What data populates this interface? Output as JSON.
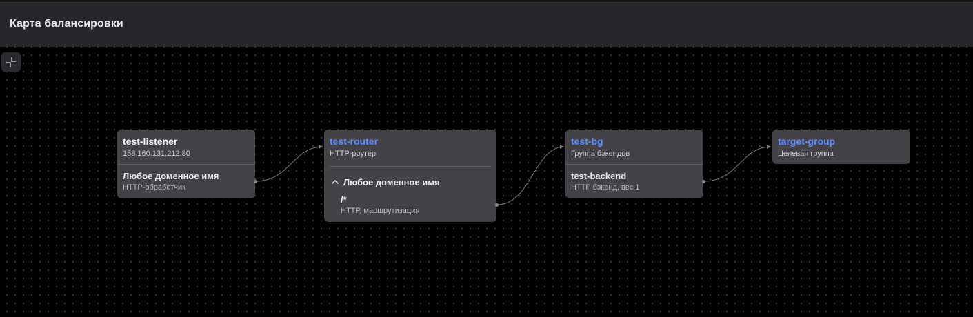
{
  "header": {
    "title": "Карта балансировки"
  },
  "controls": {
    "collapse_icon": "collapse-icon"
  },
  "nodes": {
    "listener": {
      "title": "test-listener",
      "subtitle": "158.160.131.212:80",
      "handler_title": "Любое доменное имя",
      "handler_subtitle": "HTTP-обработчик"
    },
    "router": {
      "title": "test-router",
      "subtitle": "HTTP-роутер",
      "host_title": "Любое доменное имя",
      "route_title": "/*",
      "route_subtitle": "HTTP, маршрутизация"
    },
    "backend_group": {
      "title": "test-bg",
      "subtitle": "Группа бэкендов",
      "backend_title": "test-backend",
      "backend_subtitle": "HTTP бэкенд, вес 1"
    },
    "target_group": {
      "title": "target-group",
      "subtitle": "Целевая группа"
    }
  },
  "colors": {
    "link": "#5f8cff",
    "node_bg": "#424247",
    "header_bg": "#27272b",
    "edge": "#7a7a80"
  }
}
